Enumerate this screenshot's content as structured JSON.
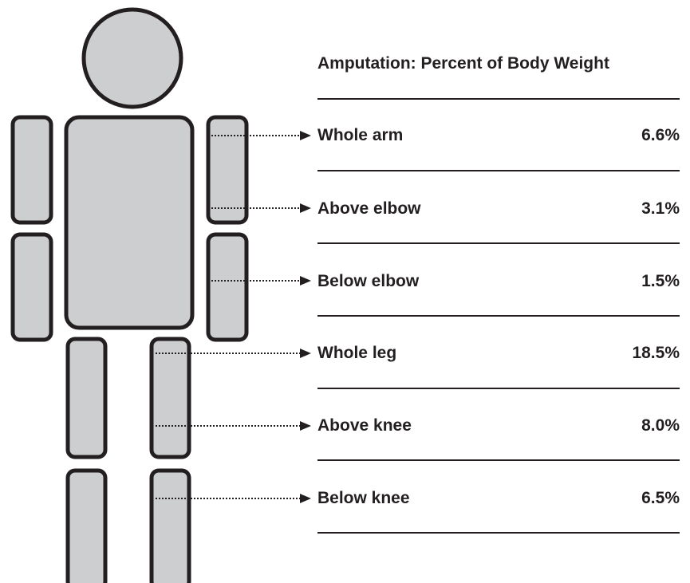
{
  "figure": {
    "title": "Amputation: Percent of Body Weight",
    "colors": {
      "body_fill": "#cdced0",
      "outline": "#231f20",
      "ink": "#231f20"
    },
    "rows": [
      {
        "label": "Whole arm",
        "value": "6.6%"
      },
      {
        "label": "Above elbow",
        "value": "3.1%"
      },
      {
        "label": "Below elbow",
        "value": "1.5%"
      },
      {
        "label": "Whole leg",
        "value": "18.5%"
      },
      {
        "label": "Above knee",
        "value": "8.0%"
      },
      {
        "label": "Below knee",
        "value": "6.5%"
      }
    ]
  }
}
